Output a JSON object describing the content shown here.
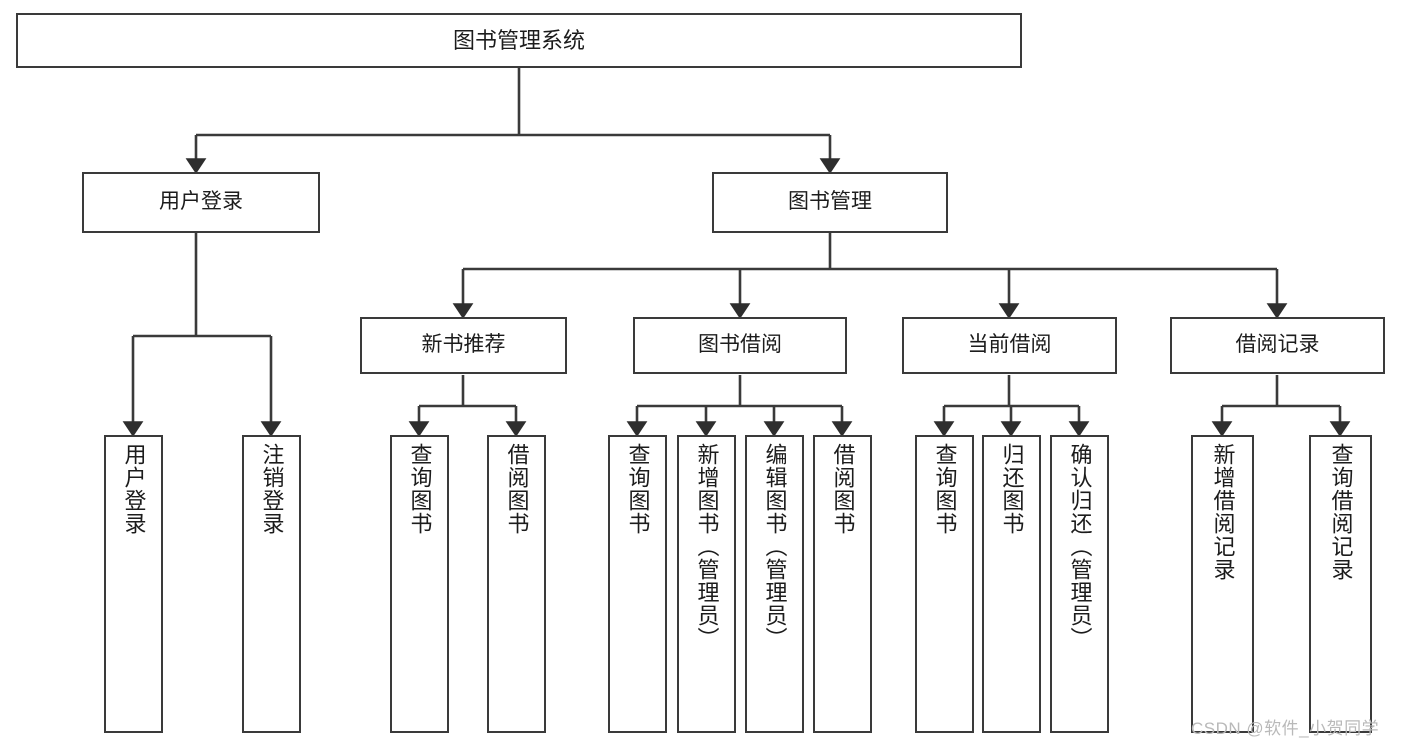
{
  "diagram": {
    "title": "图书管理系统",
    "type": "tree",
    "orientation": "top-down",
    "background_color": "#ffffff",
    "line_color": "#3a3a3a",
    "box_border_color": "#3a3a3a",
    "text_color": "#1c1c1c",
    "nodes": {
      "root": {
        "label": "图书管理系统"
      },
      "level2": [
        {
          "id": "user-login",
          "label": "用户登录"
        },
        {
          "id": "book-manage",
          "label": "图书管理"
        }
      ],
      "level3": [
        {
          "id": "new-book-rec",
          "label": "新书推荐"
        },
        {
          "id": "book-borrow",
          "label": "图书借阅"
        },
        {
          "id": "current-borrow",
          "label": "当前借阅"
        },
        {
          "id": "borrow-record",
          "label": "借阅记录"
        }
      ],
      "leaves": {
        "user-login": [
          {
            "id": "leaf-user-login",
            "label": "用户登录"
          },
          {
            "id": "leaf-logout",
            "label": "注销登录"
          }
        ],
        "new-book-rec": [
          {
            "id": "leaf-query-book-1",
            "label": "查询图书"
          },
          {
            "id": "leaf-borrow-book-1",
            "label": "借阅图书"
          }
        ],
        "book-borrow": [
          {
            "id": "leaf-query-book-2",
            "label": "查询图书"
          },
          {
            "id": "leaf-add-book",
            "label": "新增图书（管理员）"
          },
          {
            "id": "leaf-edit-book",
            "label": "编辑图书（管理员）"
          },
          {
            "id": "leaf-borrow-book-2",
            "label": "借阅图书"
          }
        ],
        "current-borrow": [
          {
            "id": "leaf-query-book-3",
            "label": "查询图书"
          },
          {
            "id": "leaf-return-book",
            "label": "归还图书"
          },
          {
            "id": "leaf-confirm-return",
            "label": "确认归还（管理员）"
          }
        ],
        "borrow-record": [
          {
            "id": "leaf-add-record",
            "label": "新增借阅记录"
          },
          {
            "id": "leaf-query-record",
            "label": "查询借阅记录"
          }
        ]
      }
    },
    "watermark": "CSDN @软件_小贺同学"
  }
}
